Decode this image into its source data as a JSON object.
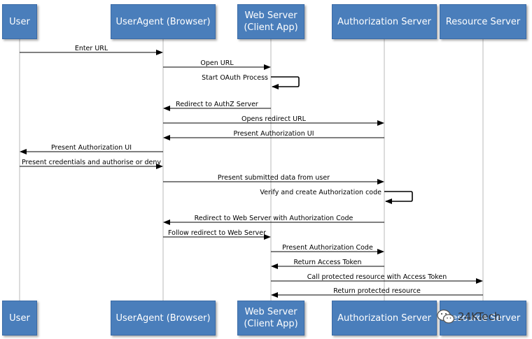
{
  "actors": [
    {
      "id": "user",
      "label": "User"
    },
    {
      "id": "browser",
      "label": "UserAgent (Browser)"
    },
    {
      "id": "client",
      "label": "Web Server\n(Client App)"
    },
    {
      "id": "authz",
      "label": "Authorization Server"
    },
    {
      "id": "resource",
      "label": "Resource Server"
    }
  ],
  "messages": [
    {
      "from": "user",
      "to": "browser",
      "label": "Enter URL"
    },
    {
      "from": "browser",
      "to": "client",
      "label": "Open URL"
    },
    {
      "from": "client",
      "to": "client",
      "label": "Start OAuth Process",
      "self": true
    },
    {
      "from": "client",
      "to": "browser",
      "label": "Redirect to AuthZ Server"
    },
    {
      "from": "browser",
      "to": "authz",
      "label": "Opens redirect URL"
    },
    {
      "from": "authz",
      "to": "browser",
      "label": "Present Authorization UI"
    },
    {
      "from": "browser",
      "to": "user",
      "label": "Present Authorization UI"
    },
    {
      "from": "user",
      "to": "browser",
      "label": "Present credentials and authorise or deny"
    },
    {
      "from": "browser",
      "to": "authz",
      "label": "Present submitted data from user"
    },
    {
      "from": "authz",
      "to": "authz",
      "label": "Verify and create Authorization code",
      "self": true
    },
    {
      "from": "authz",
      "to": "browser",
      "label": "Redirect to Web Server with Authorization Code"
    },
    {
      "from": "browser",
      "to": "client",
      "label": "Follow redirect to Web Server"
    },
    {
      "from": "client",
      "to": "authz",
      "label": "Present Authorization Code"
    },
    {
      "from": "authz",
      "to": "client",
      "label": "Return Access Token"
    },
    {
      "from": "client",
      "to": "resource",
      "label": "Call protected resource with Access Token"
    },
    {
      "from": "resource",
      "to": "client",
      "label": "Return protected resource"
    }
  ],
  "watermark": {
    "text": "24KTech",
    "icon": "wechat-icon"
  },
  "colors": {
    "actor_fill": "#4a7ebb",
    "actor_text": "#ffffff",
    "line": "#000000",
    "lifeline": "#b8b8b8"
  }
}
